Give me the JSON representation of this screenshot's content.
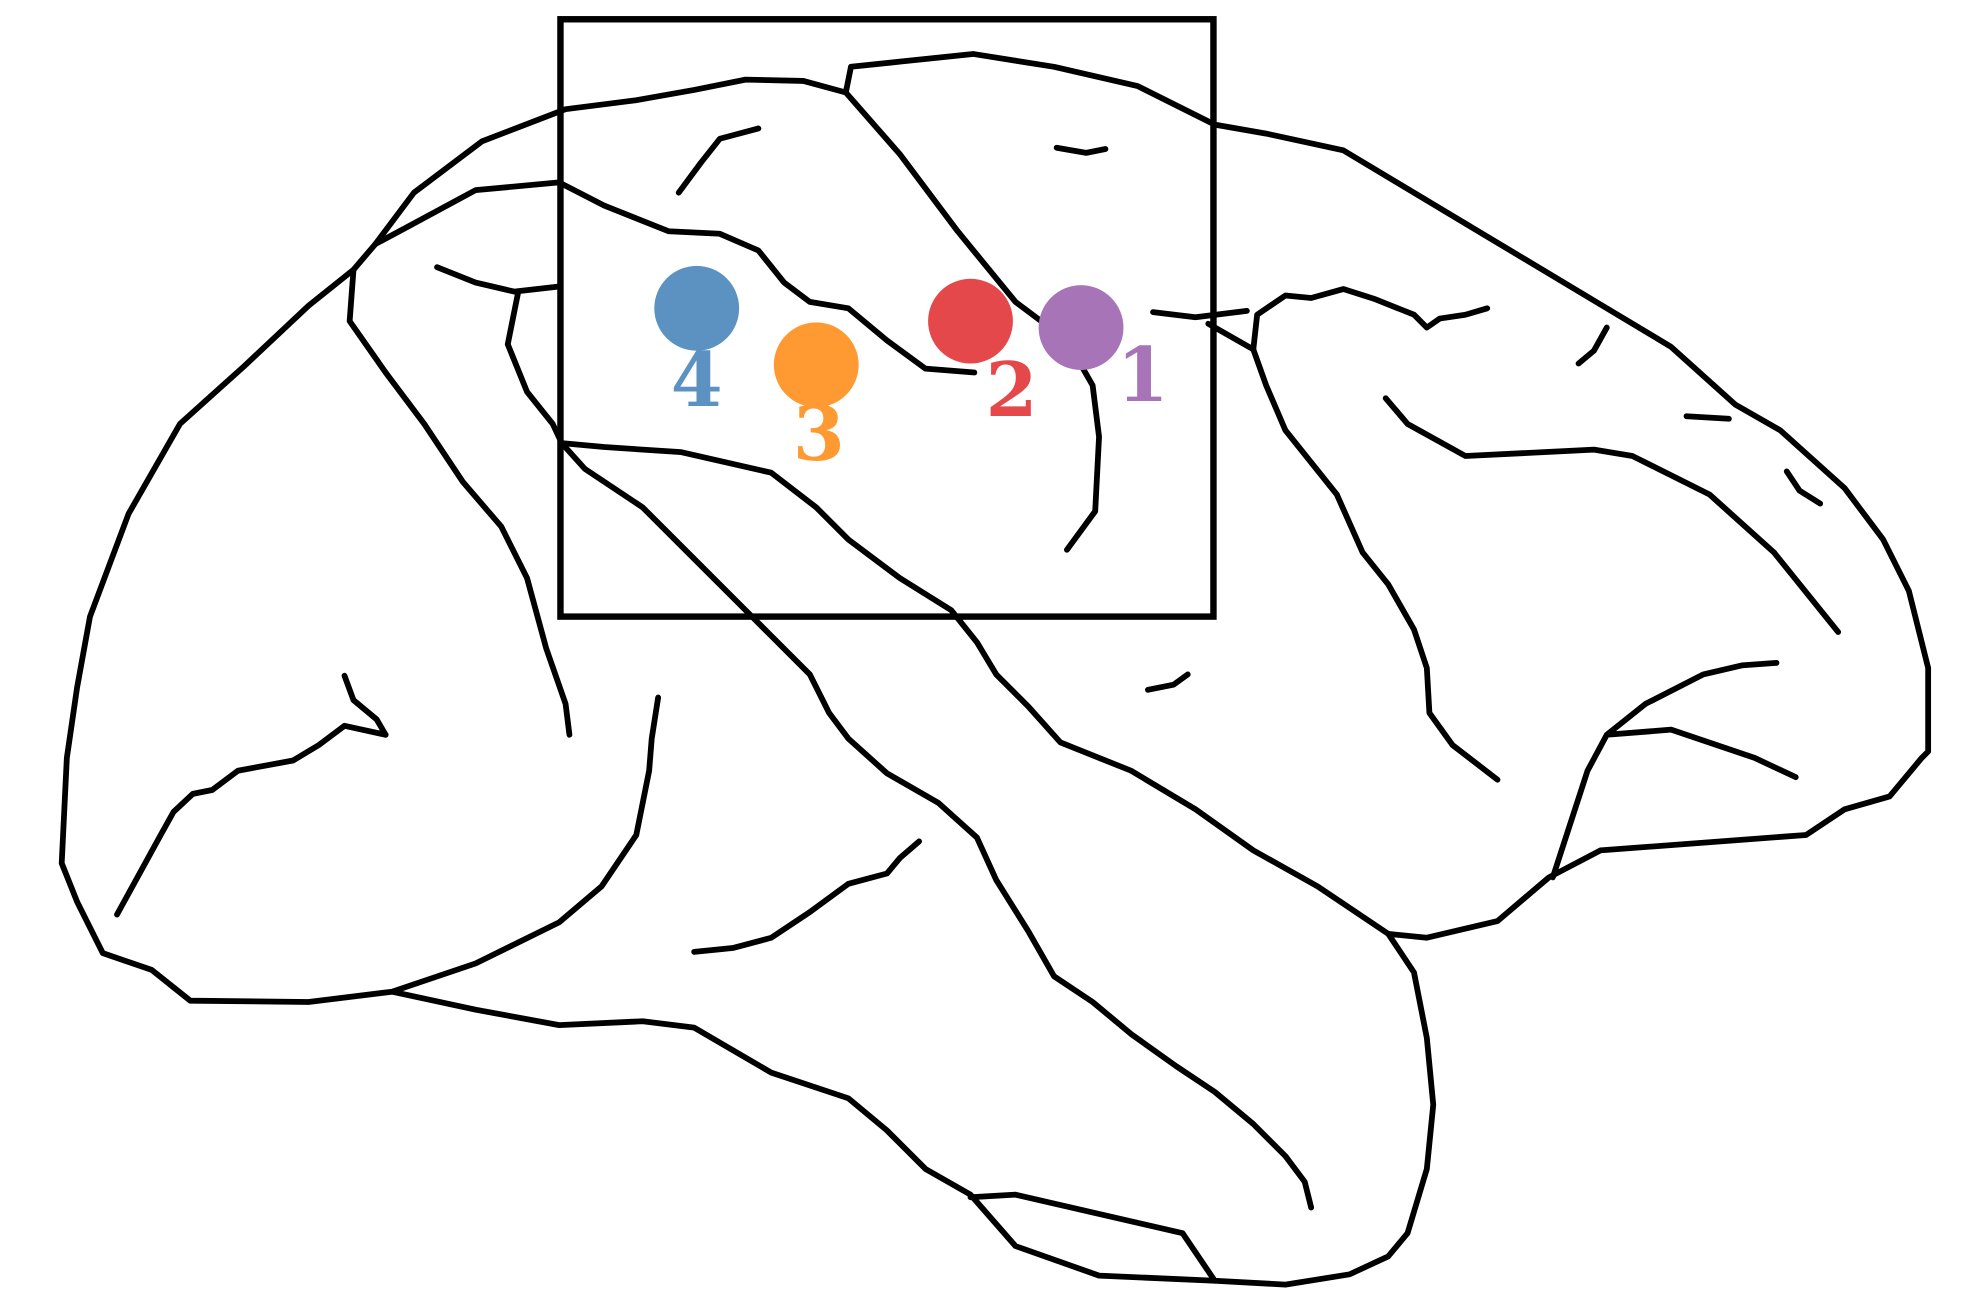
{
  "sites": [
    {
      "label": "1",
      "color": "#a874b8"
    },
    {
      "label": "2",
      "color": "#e5484a"
    },
    {
      "label": "3",
      "color": "#ff9a33"
    },
    {
      "label": "4",
      "color": "#5b92c2"
    }
  ]
}
